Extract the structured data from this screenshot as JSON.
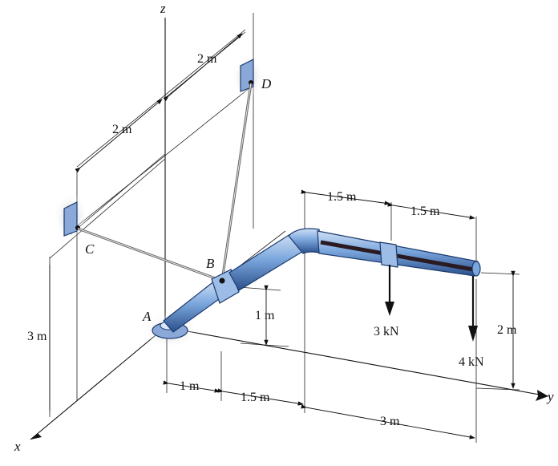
{
  "axes": {
    "x": "x",
    "y": "y",
    "z": "z"
  },
  "points": {
    "A": "A",
    "B": "B",
    "C": "C",
    "D": "D"
  },
  "dimensions": {
    "cd_left": "2 m",
    "cd_top": "2 m",
    "pipe_seg1": "1.5 m",
    "pipe_seg2": "1.5 m",
    "rise": "1 m",
    "wall_height": "3 m",
    "end_height": "2 m",
    "ground_1": "1 m",
    "ground_2": "1.5 m",
    "ground_3": "3 m"
  },
  "loads": {
    "load1": "3 kN",
    "load2": "4 kN"
  },
  "colors": {
    "pipe": "#6f9fd6",
    "pipe_dark": "#1e3c70",
    "rod": "#2a1a22",
    "support": "#8aa8d8"
  }
}
